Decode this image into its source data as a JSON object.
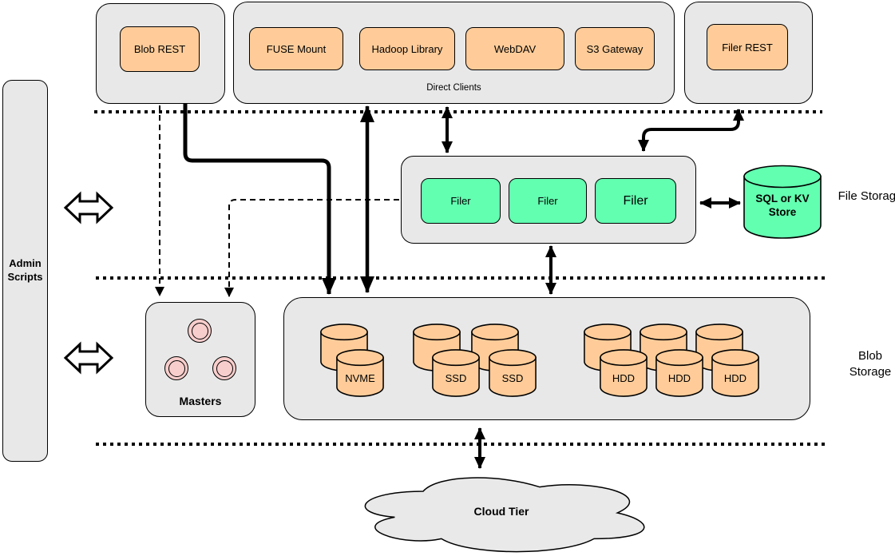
{
  "colors": {
    "container_gray": "#e8e8e8",
    "box_orange": "#ffcc99",
    "box_green": "#63ffb1",
    "circle_pink": "#f8cecc",
    "cloud_gray": "#e9e9e9",
    "line_black": "#000000"
  },
  "admin_scripts": {
    "label": "Admin Scripts"
  },
  "top_row": {
    "blob_rest_label": "Blob REST",
    "direct_clients": {
      "caption": "Direct Clients",
      "clients": [
        "FUSE Mount",
        "Hadoop Library",
        "WebDAV",
        "S3 Gateway"
      ]
    },
    "filer_rest_label": "Filer REST"
  },
  "file_storage": {
    "section_label": "File Storage",
    "filers": [
      "Filer",
      "Filer",
      "Filer"
    ],
    "metadata_store_label": "SQL or KV Store"
  },
  "blob_storage": {
    "section_label": "Blob Storage",
    "masters_label": "Masters",
    "nvme_label": "NVME",
    "ssd_labels": [
      "SSD",
      "SSD"
    ],
    "hdd_labels": [
      "HDD",
      "HDD",
      "HDD"
    ]
  },
  "cloud_tier": {
    "label": "Cloud Tier"
  }
}
